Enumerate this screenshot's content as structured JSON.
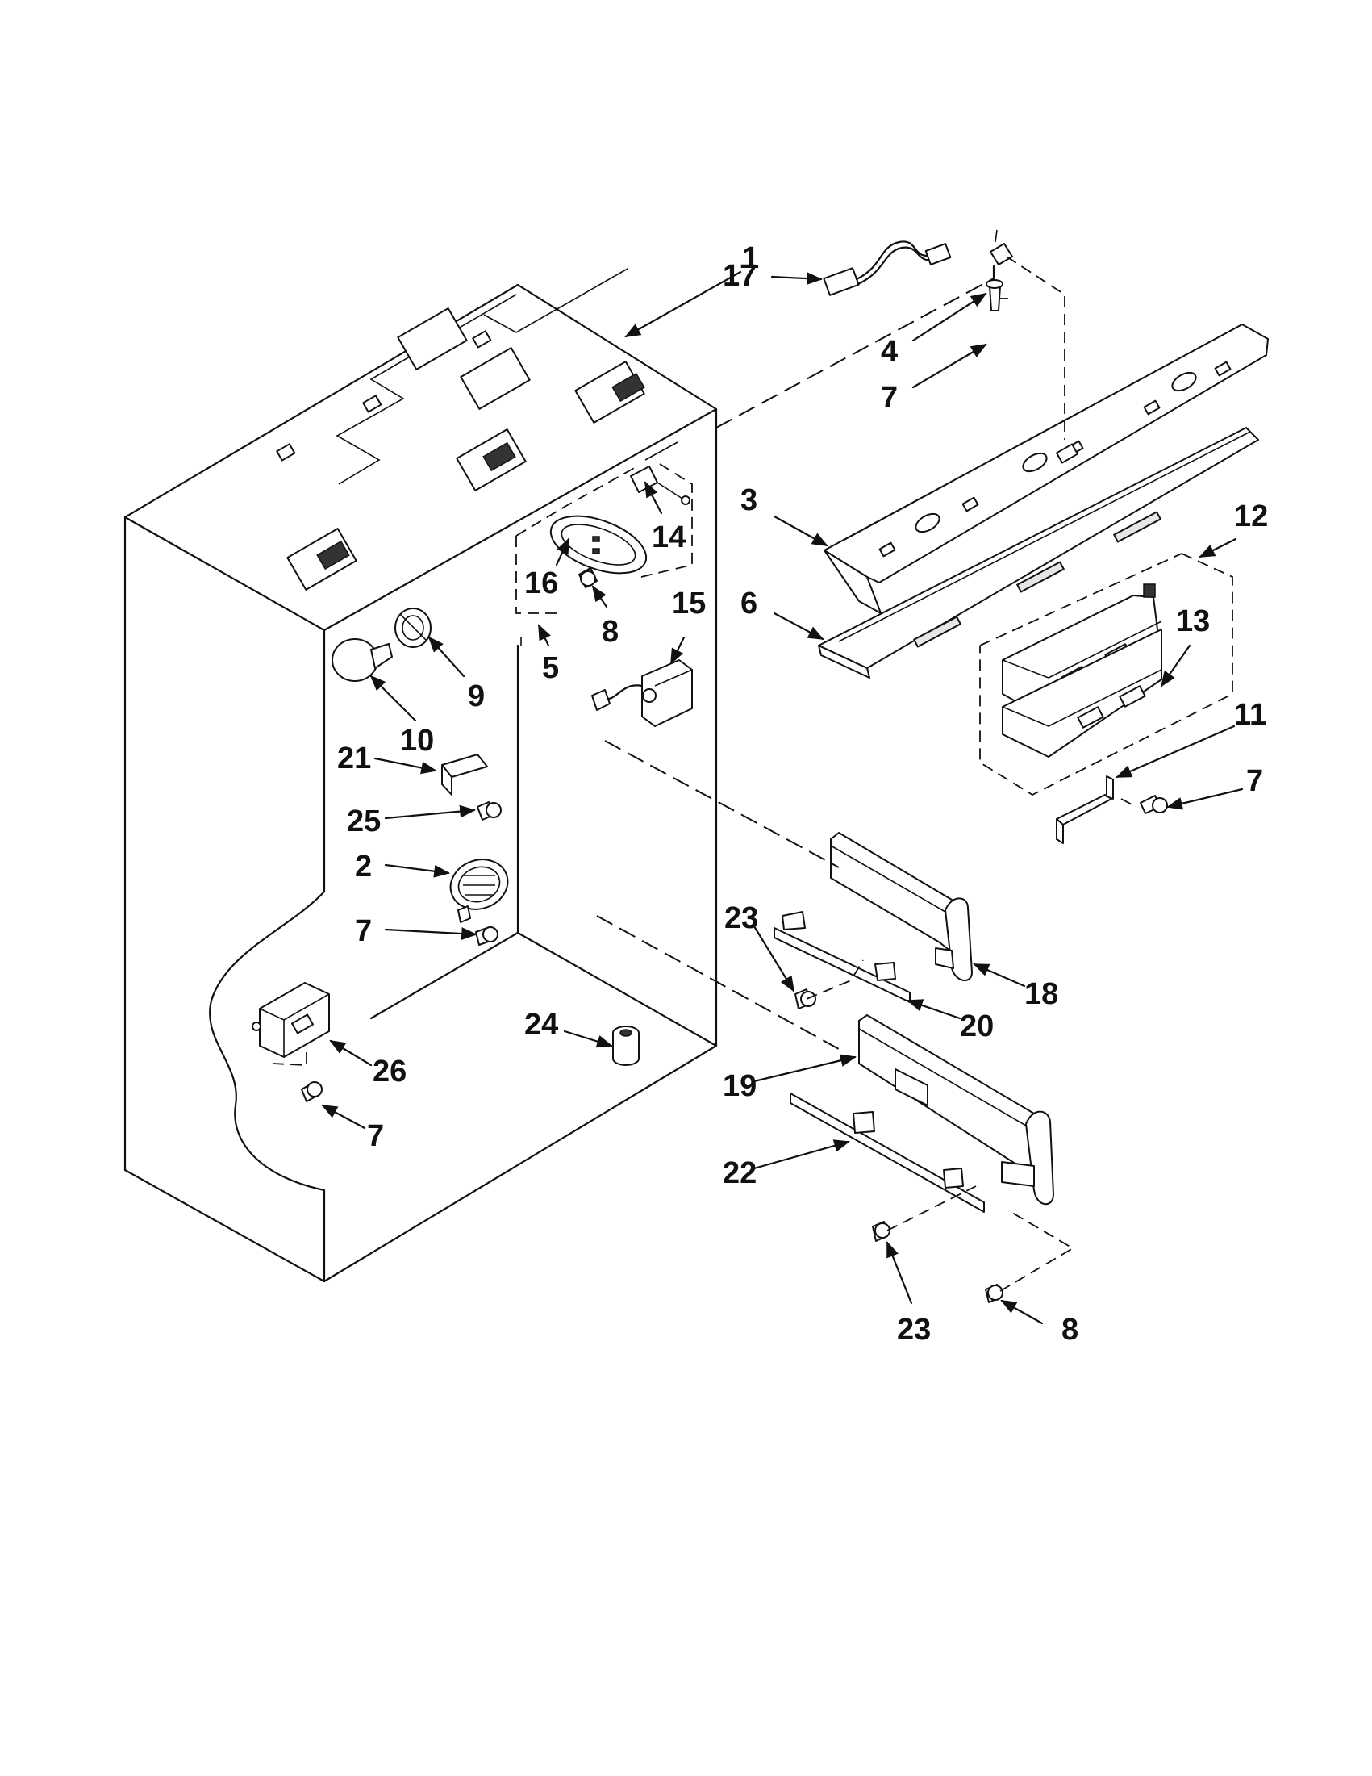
{
  "callouts": [
    {
      "id": "c1",
      "text": "1"
    },
    {
      "id": "c17",
      "text": "17"
    },
    {
      "id": "c4",
      "text": "4"
    },
    {
      "id": "c7a",
      "text": "7"
    },
    {
      "id": "c3",
      "text": "3"
    },
    {
      "id": "c12",
      "text": "12"
    },
    {
      "id": "c6",
      "text": "6"
    },
    {
      "id": "c13",
      "text": "13"
    },
    {
      "id": "c11",
      "text": "11"
    },
    {
      "id": "c7b",
      "text": "7"
    },
    {
      "id": "c14",
      "text": "14"
    },
    {
      "id": "c16",
      "text": "16"
    },
    {
      "id": "c15",
      "text": "15"
    },
    {
      "id": "c8a",
      "text": "8"
    },
    {
      "id": "c5",
      "text": "5"
    },
    {
      "id": "c9",
      "text": "9"
    },
    {
      "id": "c10",
      "text": "10"
    },
    {
      "id": "c21",
      "text": "21"
    },
    {
      "id": "c25",
      "text": "25"
    },
    {
      "id": "c2",
      "text": "2"
    },
    {
      "id": "c7c",
      "text": "7"
    },
    {
      "id": "c23a",
      "text": "23"
    },
    {
      "id": "c18",
      "text": "18"
    },
    {
      "id": "c20",
      "text": "20"
    },
    {
      "id": "c24",
      "text": "24"
    },
    {
      "id": "c26",
      "text": "26"
    },
    {
      "id": "c19",
      "text": "19"
    },
    {
      "id": "c7d",
      "text": "7"
    },
    {
      "id": "c22",
      "text": "22"
    },
    {
      "id": "c23b",
      "text": "23"
    },
    {
      "id": "c8b",
      "text": "8"
    }
  ]
}
